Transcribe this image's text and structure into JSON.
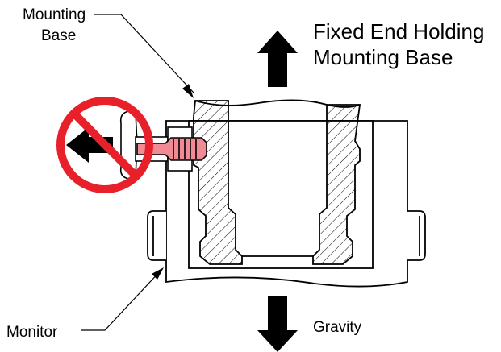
{
  "labels": {
    "mounting_base_line1": "Mounting",
    "mounting_base_line2": "Base",
    "fixed_end_line1": "Fixed End Holding",
    "fixed_end_line2": "Mounting Base",
    "monitor": "Monitor",
    "gravity": "Gravity"
  },
  "icons": {
    "prohibition": "no-symbol-icon",
    "arrow_up": "arrow-up-icon",
    "arrow_down": "arrow-down-icon",
    "arrow_left": "arrow-left-icon"
  },
  "colors": {
    "prohibition_red": "#e8202a",
    "latch_pink": "#f08a94",
    "line": "#000000"
  }
}
